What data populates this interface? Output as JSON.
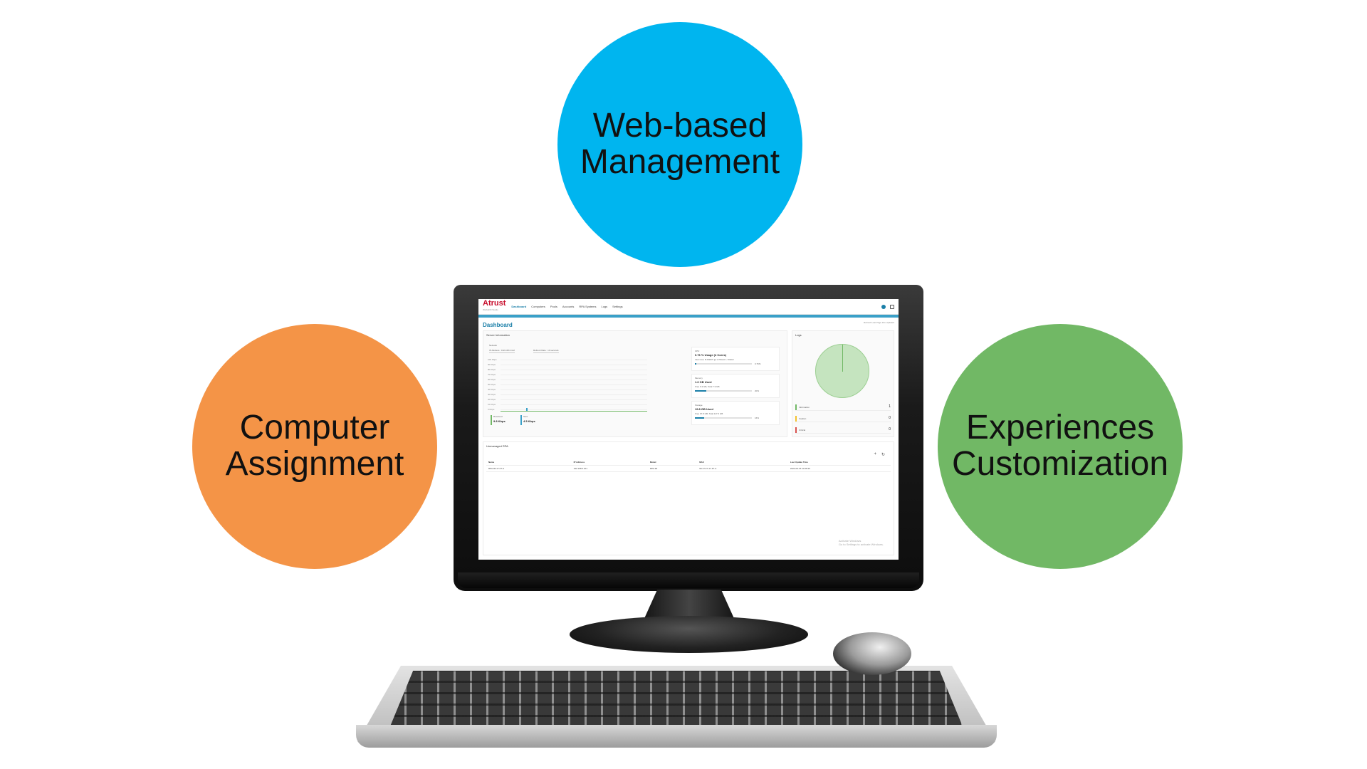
{
  "circles": {
    "web": "Web-based\nManagement",
    "computer": "Computer\nAssignment",
    "experiences": "Experiences\nCustomization"
  },
  "colors": {
    "web_circle": "#00b5ef",
    "computer_circle": "#f49447",
    "experiences_circle": "#71b865",
    "brand_red": "#c8102e",
    "accent_blue": "#1a7fa8"
  },
  "dashboard": {
    "brand": "Atrust",
    "brand_sub": "Workshift Studio",
    "nav": [
      "Dashboard",
      "Computers",
      "Pools",
      "Accounts",
      "RPA Systems",
      "Logs",
      "Settings"
    ],
    "title": "Dashboard",
    "right_note": "Refresh Last Page Info Updated",
    "server_info": {
      "title": "Server Information",
      "network_label": "Network",
      "ip_select": "IP Address : 192.168.0.112",
      "refresh_select": "Refresh Rate : 10 seconds",
      "y_ticks": [
        "100 Kbps",
        "90 Kbps",
        "80 Kbps",
        "70 Kbps",
        "60 Kbps",
        "50 Kbps",
        "40 Kbps",
        "30 Kbps",
        "20 Kbps",
        "10 Kbps",
        "0 Kbps"
      ],
      "received_label": "Received",
      "received_value": "9.8 Kbps",
      "sent_label": "Sent",
      "sent_value": "4.5 Kbps",
      "cpu_label": "CPU",
      "cpu_value": "0.76 % Usage (4 Cores)",
      "cpu_detail": "Intel Core i5-8400T @ 1.70GHz 1.70GHz",
      "cpu_pct": "0.76%",
      "cpu_fraction": 0.0076,
      "memory_label": "Memory",
      "memory_value": "1.6 GB Used",
      "memory_detail": "Free 6.3 GB, Total 7.9 GB",
      "memory_pct": "20%",
      "memory_fraction": 0.2,
      "storage_label": "Storage",
      "storage_value": "19.8 GB Used",
      "storage_detail": "Free 97.8 GB, Total 117.6 GB",
      "storage_pct": "16%",
      "storage_fraction": 0.16
    },
    "logs": {
      "title": "Logs",
      "rows": [
        {
          "label": "Information",
          "value": "1",
          "color": "#71b865"
        },
        {
          "label": "Caution",
          "value": "0",
          "color": "#f2c12e"
        },
        {
          "label": "Critical",
          "value": "0",
          "color": "#d9534f"
        }
      ]
    },
    "unmanaged": {
      "title": "Unmanaged RPA",
      "headers": [
        "Name",
        "IP Address",
        "Model",
        "MAC",
        "Last Update Time"
      ],
      "rows": [
        [
          "RPA-90-17-F7-A",
          "192.168.0.101",
          "RPA-90",
          "90-17-F7-17-F7-A",
          "2024-03-15 10:46:30"
        ]
      ]
    },
    "watermark": "Activate Windows\nGo to Settings to activate Windows."
  }
}
